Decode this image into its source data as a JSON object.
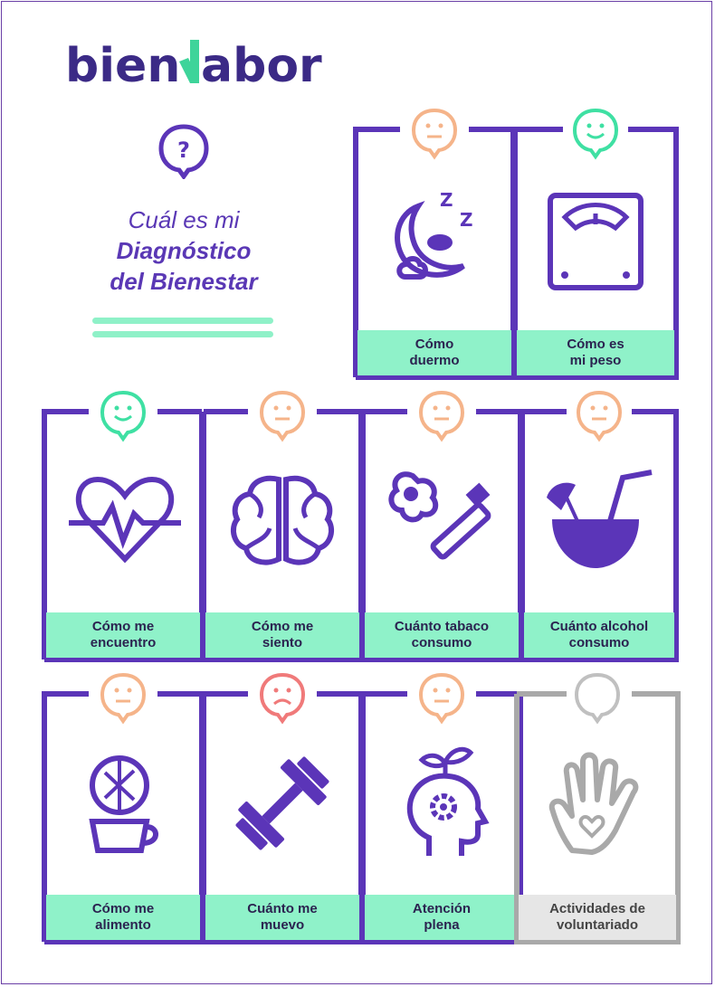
{
  "brand": {
    "logo_text_before": "bien",
    "logo_text_after": "abor"
  },
  "title": {
    "line1": "Cuál es mi",
    "line2": "Diagnóstico",
    "line3": "del Bienestar"
  },
  "colors": {
    "purple": "#5b35b8",
    "mint": "#8ff2c9",
    "orange_face": "#f5b48a",
    "green_face": "#3fe0a3",
    "red_face": "#f07a7a",
    "gray": "#a9a9a9"
  },
  "cards": [
    {
      "label_l1": "Cómo",
      "label_l2": "duermo",
      "icon": "moon-sleep-icon",
      "mood": "neutral"
    },
    {
      "label_l1": "Cómo es",
      "label_l2": "mi peso",
      "icon": "scale-icon",
      "mood": "happy"
    },
    {
      "label_l1": "Cómo me",
      "label_l2": "encuentro",
      "icon": "heartbeat-icon",
      "mood": "happy"
    },
    {
      "label_l1": "Cómo me",
      "label_l2": "siento",
      "icon": "brain-icon",
      "mood": "neutral"
    },
    {
      "label_l1": "Cuánto tabaco",
      "label_l2": "consumo",
      "icon": "cigarette-icon",
      "mood": "neutral"
    },
    {
      "label_l1": "Cuánto alcohol",
      "label_l2": "consumo",
      "icon": "cocktail-icon",
      "mood": "neutral"
    },
    {
      "label_l1": "Cómo me",
      "label_l2": "alimento",
      "icon": "food-cup-icon",
      "mood": "neutral"
    },
    {
      "label_l1": "Cuánto me",
      "label_l2": "muevo",
      "icon": "dumbbell-icon",
      "mood": "sad"
    },
    {
      "label_l1": "Atención",
      "label_l2": "plena",
      "icon": "mindful-head-icon",
      "mood": "neutral"
    },
    {
      "label_l1": "Actividades de",
      "label_l2": "voluntariado",
      "icon": "hand-heart-icon",
      "mood": "empty"
    }
  ]
}
